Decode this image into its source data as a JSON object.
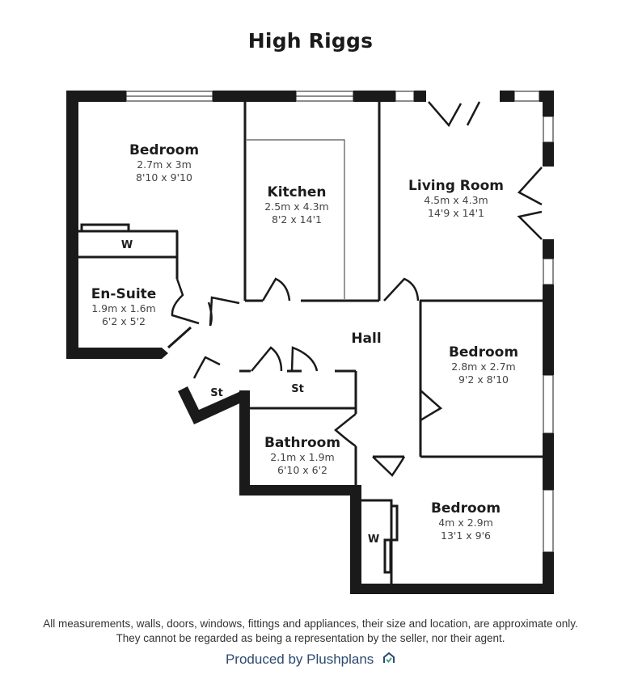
{
  "header": {
    "title": "High Riggs"
  },
  "rooms": [
    {
      "id": "bedroom-1",
      "name": "Bedroom",
      "metric": "2.7m x 3m",
      "imperial": "8'10 x 9'10"
    },
    {
      "id": "kitchen",
      "name": "Kitchen",
      "metric": "2.5m x 4.3m",
      "imperial": "8'2 x 14'1"
    },
    {
      "id": "living-room",
      "name": "Living Room",
      "metric": "4.5m x 4.3m",
      "imperial": "14'9 x 14'1"
    },
    {
      "id": "en-suite",
      "name": "En-Suite",
      "metric": "1.9m x 1.6m",
      "imperial": "6'2 x 5'2"
    },
    {
      "id": "hall",
      "name": "Hall"
    },
    {
      "id": "bedroom-2",
      "name": "Bedroom",
      "metric": "2.8m x 2.7m",
      "imperial": "9'2 x 8'10"
    },
    {
      "id": "bathroom",
      "name": "Bathroom",
      "metric": "2.1m x 1.9m",
      "imperial": "6'10 x 6'2"
    },
    {
      "id": "bedroom-3",
      "name": "Bedroom",
      "metric": "4m x 2.9m",
      "imperial": "13'1 x 9'6"
    }
  ],
  "fixtures": {
    "wardrobe_1": "W",
    "wardrobe_2": "W",
    "store_1": "St",
    "store_2": "St"
  },
  "footer": {
    "disclaimer_line1": "All measurements, walls, doors, windows, fittings and appliances, their size and location, are approximate only.",
    "disclaimer_line2": "They cannot be regarded as being a representation by the seller, nor their agent.",
    "producer": "Produced by Plushplans",
    "producer_color": "#2b4a6f",
    "logo_accent": "#3aa58a"
  }
}
